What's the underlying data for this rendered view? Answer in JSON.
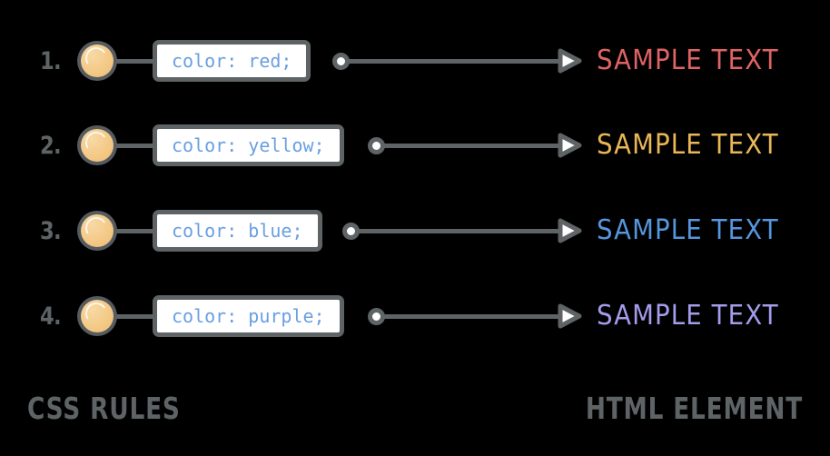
{
  "theme": {
    "background": "#000000",
    "outline": "#5e6366",
    "box_fill": "#ffffff",
    "code_color": "#6a9fe0",
    "bullet_color": "#f3c987",
    "caption_color": "#5e6366"
  },
  "rules": [
    {
      "index": "1.",
      "bullet_icon": "orange-circle-icon",
      "declaration": "color: red;",
      "property": "color",
      "value": "red",
      "arrow_icon": "arrow-right-icon",
      "output_text": "SAMPLE TEXT",
      "output_color": "#e06363"
    },
    {
      "index": "2.",
      "bullet_icon": "orange-circle-icon",
      "declaration": "color: yellow;",
      "property": "color",
      "value": "yellow",
      "arrow_icon": "arrow-right-icon",
      "output_text": "SAMPLE TEXT",
      "output_color": "#eab757"
    },
    {
      "index": "3.",
      "bullet_icon": "orange-circle-icon",
      "declaration": "color: blue;",
      "property": "color",
      "value": "blue",
      "arrow_icon": "arrow-right-icon",
      "output_text": "SAMPLE TEXT",
      "output_color": "#5596dd"
    },
    {
      "index": "4.",
      "bullet_icon": "orange-circle-icon",
      "declaration": "color: purple;",
      "property": "color",
      "value": "purple",
      "arrow_icon": "arrow-right-icon",
      "output_text": "SAMPLE TEXT",
      "output_color": "#a39cea"
    }
  ],
  "captions": {
    "left": "CSS RULES",
    "right": "HTML ELEMENT"
  }
}
